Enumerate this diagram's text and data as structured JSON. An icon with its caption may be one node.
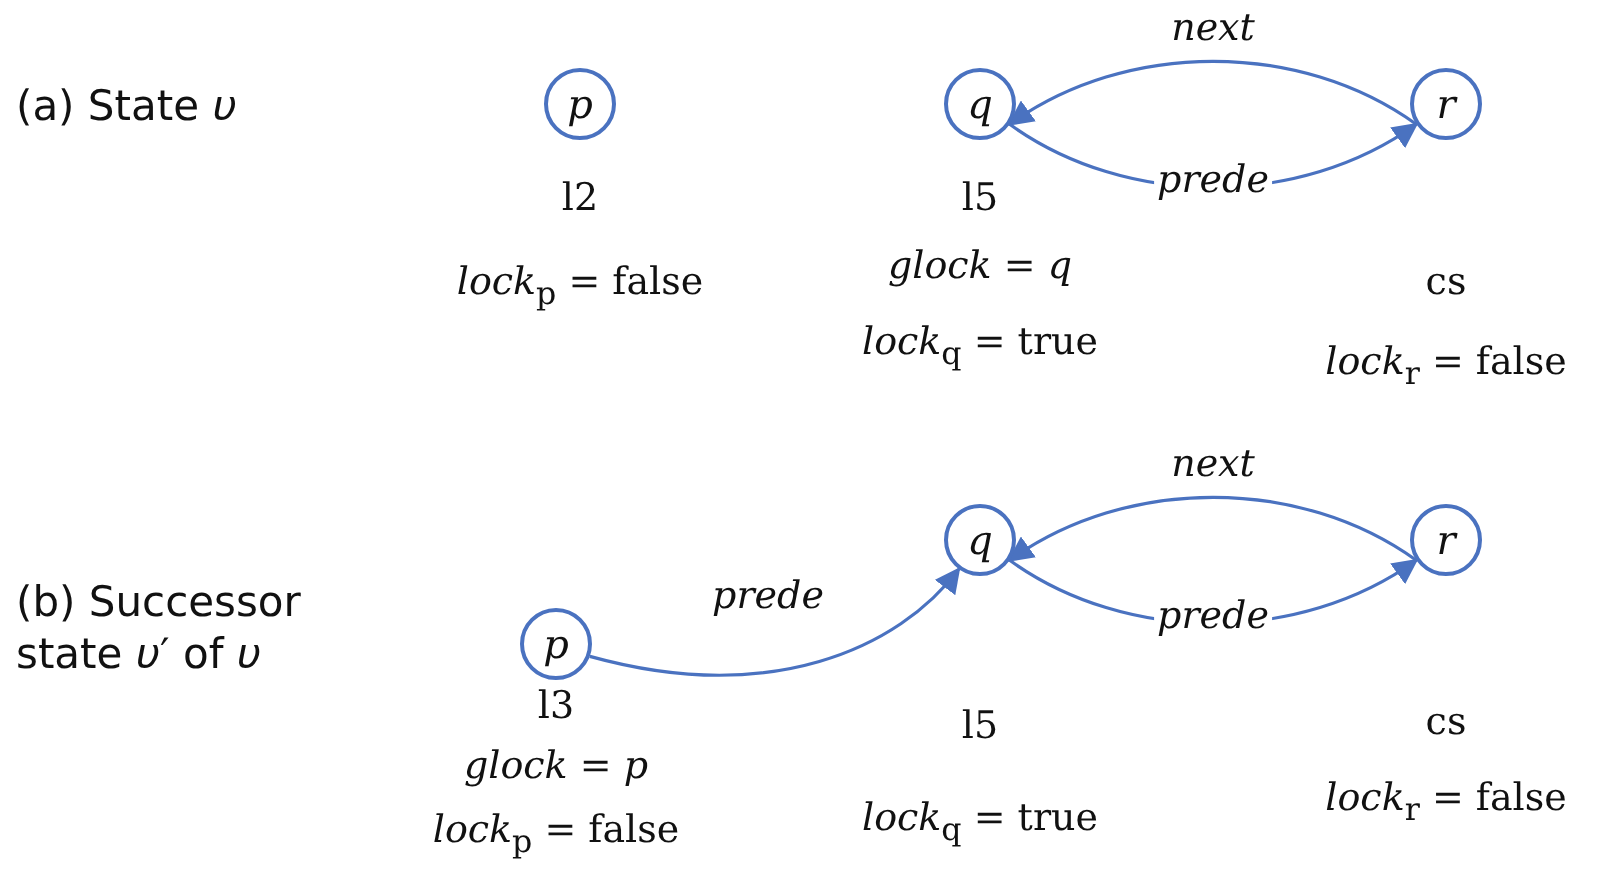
{
  "diagram": {
    "nodes": [
      {
        "text": [
          "*p*"
        ],
        "beside": [
          "l2",
          "*lock*$_{p}$ = false"
        ]
      },
      {
        "text": [
          "*q*"
        ],
        "beside": [
          "l5",
          "*glock* = *q*",
          "*lock*$_{q}$ = true"
        ]
      },
      {
        "text": [
          "*r*"
        ],
        "beside": [
          "cs",
          "*lock*$_{r}$ = false"
        ]
      },
      {
        "text": [
          "*p*"
        ],
        "beside": [
          "l3",
          "*glock* = *p*",
          "*lock*$_{p}$ = false"
        ]
      },
      {
        "text": [
          "*q*"
        ],
        "beside": [
          "l5",
          "*lock*$_{q}$ = true"
        ]
      },
      {
        "text": [
          "*r*"
        ],
        "beside": [
          "cs",
          "*lock*$_{r}$ = false"
        ]
      }
    ],
    "edges": [
      {
        "from": 2,
        "to": 1,
        "arrow": "to",
        "label": "*next*"
      },
      {
        "from": 1,
        "to": 2,
        "arrow": "to",
        "label": "*prede*"
      },
      {
        "from": 3,
        "to": 4,
        "arrow": "to",
        "label": "*prede*"
      },
      {
        "from": 5,
        "to": 4,
        "arrow": "to",
        "label": "*next*"
      },
      {
        "from": 4,
        "to": 5,
        "arrow": "to",
        "label": "*prede*"
      }
    ],
    "labels": [
      "(a) State *υ*",
      "(b) Successor state *υ*′ of *υ*"
    ]
  }
}
